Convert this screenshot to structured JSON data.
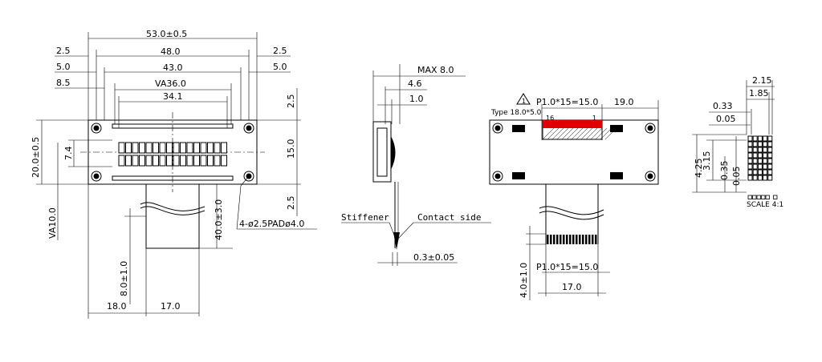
{
  "front_view": {
    "overall_width": "53.0±0.5",
    "inner_48": "48.0",
    "inner_43": "43.0",
    "va_width": "VA36.0",
    "char_width": "34.1",
    "left_2_5": "2.5",
    "left_5_0": "5.0",
    "left_8_5": "8.5",
    "right_2_5": "2.5",
    "right_5_0": "5.0",
    "height_total": "20.0±0.5",
    "height_7_4": "7.4",
    "height_15": "15.0",
    "top_2_5": "2.5",
    "bot_2_5": "2.5",
    "va_height": "VA10.0",
    "fpc_length": "40.0±3.0",
    "holes": "4-ø2.5PADø4.0",
    "fpc_tip": "8.0±1.0",
    "bottom_18": "18.0",
    "bottom_17": "17.0"
  },
  "side_view": {
    "max": "MAX 8.0",
    "d_4_6": "4.6",
    "d_1_0": "1.0",
    "stiffener": "Stiffener",
    "contact_side": "Contact side",
    "thickness": "0.3±0.05"
  },
  "back_view": {
    "pitch_top": "P1.0*15=15.0",
    "d_19": "19.0",
    "type_label": "Type 18.0*5.0",
    "pin_16": "16",
    "pin_1": "1",
    "pitch_bottom": "P1.0*15=15.0",
    "d_4_0": "4.0±1.0",
    "d_17": "17.0"
  },
  "detail_view": {
    "d_2_15": "2.15",
    "d_1_85": "1.85",
    "d_0_33": "0.33",
    "d_0_05_top": "0.05",
    "d_4_25": "4.25",
    "d_3_15": "3.15",
    "d_0_35": "0.35",
    "d_0_05_v": "0.05",
    "scale": "SCALE 4:1"
  },
  "colors": {
    "line": "#000000",
    "contact_highlight": "#e00000"
  }
}
